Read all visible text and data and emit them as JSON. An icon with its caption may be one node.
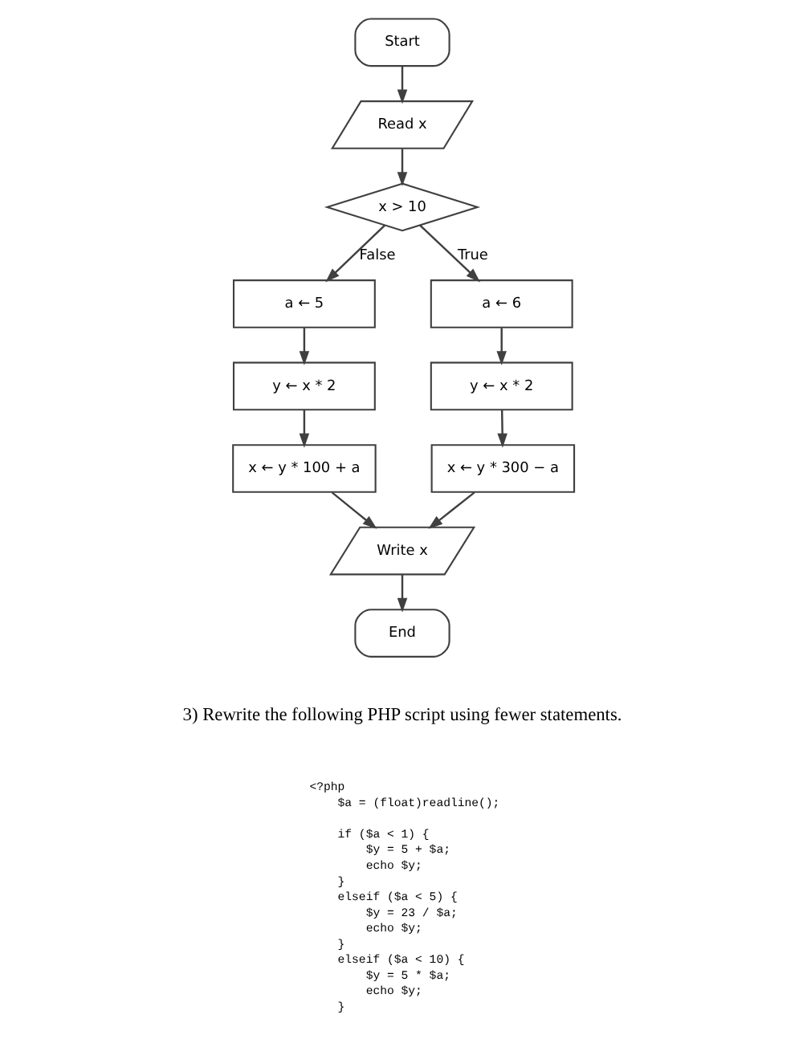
{
  "diagram": {
    "nodes": [
      {
        "text": [
          "Start"
        ]
      },
      {
        "text": [
          "Read x"
        ]
      },
      {
        "text": [
          "x > 10"
        ]
      },
      {
        "text": [
          "a ← 5"
        ]
      },
      {
        "text": [
          "a ← 6"
        ]
      },
      {
        "text": [
          "y ← x * 2"
        ]
      },
      {
        "text": [
          "y ← x * 2"
        ]
      },
      {
        "text": [
          "x ← y * 100 + a"
        ]
      },
      {
        "text": [
          "x ← y * 300 − a"
        ]
      },
      {
        "text": [
          "Write x"
        ]
      },
      {
        "text": [
          "End"
        ]
      }
    ],
    "edges": [
      {
        "from": 0,
        "to": 1,
        "arrow": "to"
      },
      {
        "from": 1,
        "to": 2,
        "arrow": "to"
      },
      {
        "from": 2,
        "to": 3,
        "arrow": "to",
        "label": "False"
      },
      {
        "from": 2,
        "to": 4,
        "arrow": "to",
        "label": "True"
      },
      {
        "from": 3,
        "to": 5,
        "arrow": "to"
      },
      {
        "from": 4,
        "to": 6,
        "arrow": "to"
      },
      {
        "from": 5,
        "to": 7,
        "arrow": "to"
      },
      {
        "from": 6,
        "to": 8,
        "arrow": "to"
      },
      {
        "from": 7,
        "to": 9,
        "arrow": "to"
      },
      {
        "from": 8,
        "to": 9,
        "arrow": "to"
      },
      {
        "from": 9,
        "to": 10,
        "arrow": "to"
      }
    ],
    "labels": [
      "3) Rewrite the following PHP script using fewer statements.",
      "<?php",
      "$a = (float)readline();",
      "if ($a < 1) {",
      "$y = 5 + $a;",
      "echo $y;",
      "}",
      "elseif ($a < 5) {",
      "$y = 23 / $a;",
      "echo $y;",
      "}",
      "elseif ($a < 10) {",
      "$y = 5 * $a;",
      "echo $y;",
      "}"
    ]
  }
}
